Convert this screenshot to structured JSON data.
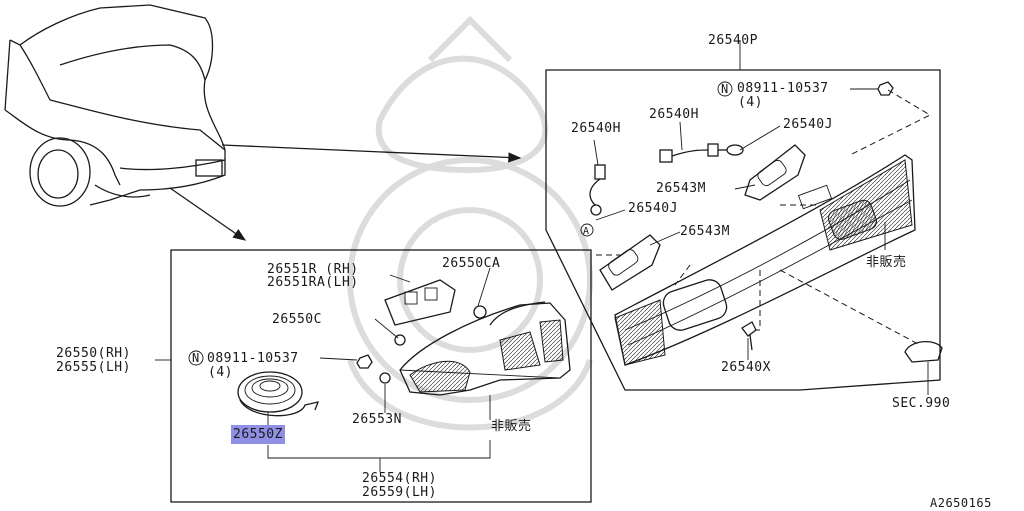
{
  "labels": {
    "p26540P": "26540P",
    "n08911_top": "08911-10537",
    "n08911_top_qty": "(4)",
    "p26540H_a": "26540H",
    "p26540H_b": "26540H",
    "p26540J_a": "26540J",
    "p26540J_b": "26540J",
    "p26543M_a": "26543M",
    "p26543M_b": "26543M",
    "hihanbai_right": "非販売",
    "p26540X": "26540X",
    "sec990": "SEC.990",
    "p26551R": "26551R (RH)",
    "p26551RA": "26551RA(LH)",
    "p26550CA": "26550CA",
    "p26550C": "26550C",
    "p26550RH": "26550(RH)",
    "p26555LH": "26555(LH)",
    "n08911_left": "08911-10537",
    "n08911_left_qty": "(4)",
    "p26553N": "26553N",
    "hihanbai_left": "非販売",
    "p26550Z": "26550Z",
    "p26554RH": "26554(RH)",
    "p26559LH": "26559(LH)",
    "n_symbol": "N",
    "a_symbol": "A",
    "diagram_id": "A2650165"
  },
  "colors": {
    "highlight": "#8f8fe6",
    "line": "#1a1a1a",
    "watermark": "#dcdcdc"
  }
}
